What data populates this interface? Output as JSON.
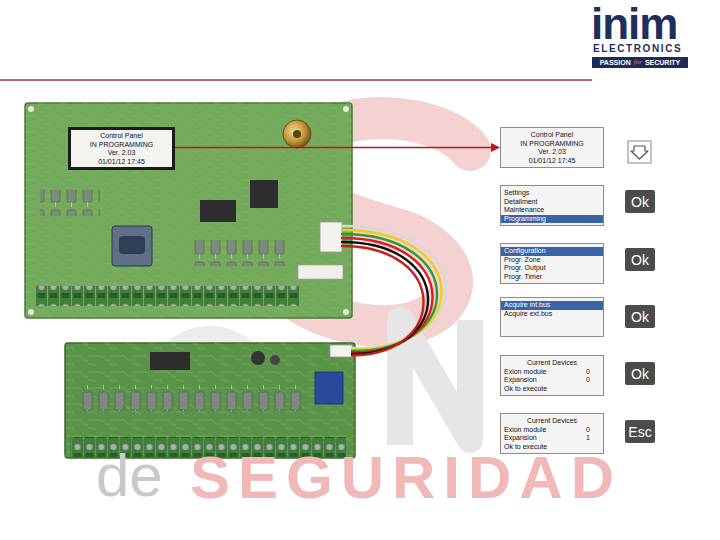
{
  "diagram": {
    "nodes": [
      {
        "text": [
          "Control Panel",
          "IN PROGRAMMING",
          "Ver. 2.03",
          "01/01/12 17:45"
        ]
      },
      {
        "text": [
          "Control Panel",
          "IN PROGRAMMING",
          "Ver. 2.03",
          "01/01/12 17:45"
        ]
      },
      {
        "text": [
          "Settings",
          "Detailment",
          "Maintenance",
          "Programming"
        ]
      },
      {
        "text": [
          "Ok"
        ]
      },
      {
        "text": [
          "Configuration",
          "Progr. Zone",
          "Progr. Output",
          "Progr. Timer"
        ]
      },
      {
        "text": [
          "Ok"
        ]
      },
      {
        "text": [
          "Acquire int.bus",
          "Acquire ext.bus"
        ]
      },
      {
        "text": [
          "Ok"
        ]
      },
      {
        "text": [
          "Current Devices",
          "Exion module",
          "0",
          "Expansion",
          "0",
          "Ok to execute"
        ]
      },
      {
        "text": [
          "Ok"
        ]
      },
      {
        "text": [
          "Current Devices",
          "Exion module",
          "0",
          "Expansion",
          "1",
          "Ok to execute"
        ]
      },
      {
        "text": [
          "Esc"
        ]
      }
    ],
    "edges": [
      {
        "from": 0,
        "to": 1,
        "arrow": "to"
      }
    ],
    "labels": [
      "inim",
      "ELECTRONICS",
      "PASSION",
      "for",
      "SECURITY",
      "de",
      "SEGURIDAD"
    ]
  }
}
